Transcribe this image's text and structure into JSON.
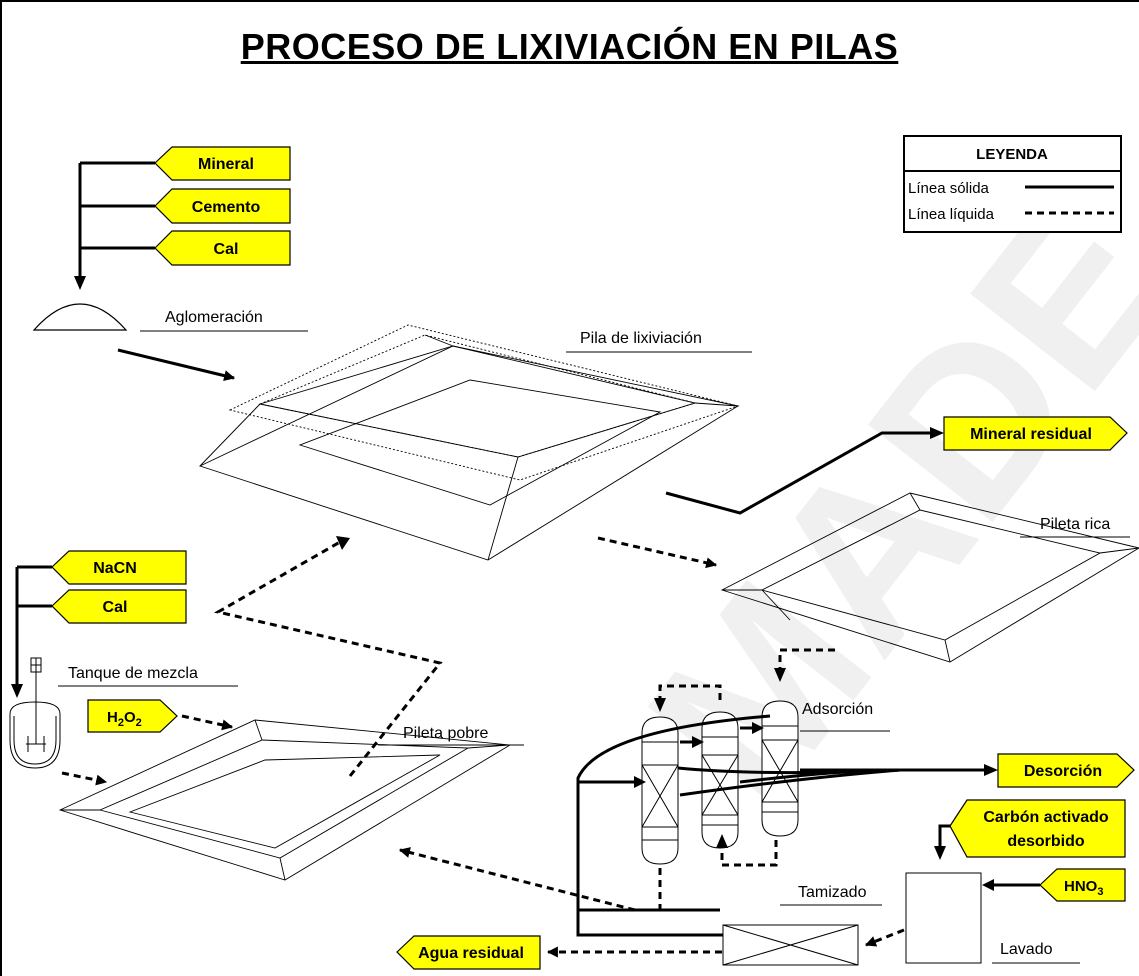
{
  "title": "PROCESO DE LIXIVIACIÓN EN PILAS",
  "watermark": "MADE",
  "colors": {
    "tag_fill": "#ffff00",
    "line": "#000000",
    "background": "#ffffff"
  },
  "legend": {
    "title": "LEYENDA",
    "solid_label": "Línea sólida",
    "liquid_label": "Línea líquida"
  },
  "inputs": {
    "mineral": "Mineral",
    "cemento": "Cemento",
    "cal_1": "Cal",
    "nacn": "NaCN",
    "cal_2": "Cal",
    "h2o2_main": "H",
    "h2o2_sub1": "2",
    "h2o2_mid": "O",
    "h2o2_sub2": "2",
    "carbon_line1": "Carbón activado",
    "carbon_line2": "desorbido",
    "hno3_main": "HNO",
    "hno3_sub": "3"
  },
  "outputs": {
    "mineral_residual": "Mineral residual",
    "desorcion": "Desorción",
    "agua_residual": "Agua residual"
  },
  "units": {
    "aglomeracion": "Aglomeración",
    "pila": "Pila de lixiviación",
    "pileta_rica": "Pileta rica",
    "tanque": "Tanque de mezcla",
    "pileta_pobre": "Pileta pobre",
    "adsorcion": "Adsorción",
    "tamizado": "Tamizado",
    "lavado": "Lavado"
  }
}
